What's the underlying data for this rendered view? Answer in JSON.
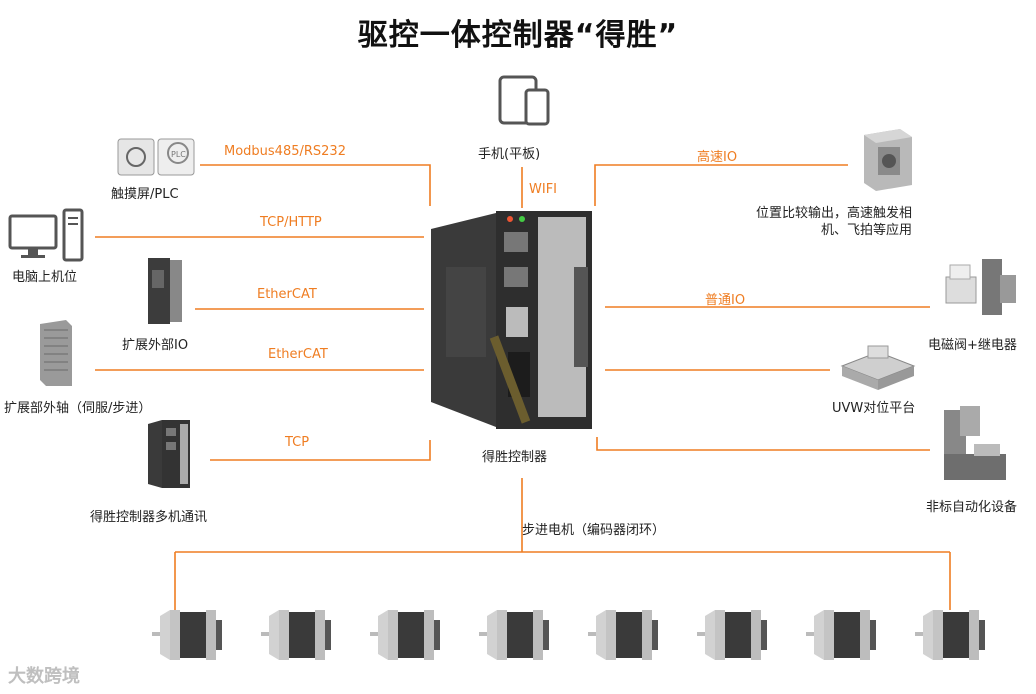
{
  "title": "驱控一体控制器“得胜”",
  "center_label": "得胜控制器",
  "top": {
    "device": "手机(平板)",
    "link": "WIFI"
  },
  "left": [
    {
      "device": "触摸屏/PLC",
      "link": "Modbus485/RS232"
    },
    {
      "device": "电脑上机位",
      "link": "TCP/HTTP"
    },
    {
      "device": "扩展外部IO",
      "link": "EtherCAT"
    },
    {
      "device": "扩展部外轴（伺服/步进）",
      "link": "EtherCAT"
    },
    {
      "device": "得胜控制器多机通讯",
      "link": "TCP"
    }
  ],
  "right": [
    {
      "device_line1": "位置比较输出，高速触发相",
      "device_line2": "机、飞拍等应用",
      "link": "高速IO"
    },
    {
      "device": "电磁阀+继电器",
      "link": "普通IO"
    },
    {
      "device": "UVW对位平台",
      "link": ""
    },
    {
      "device": "非标自动化设备",
      "link": ""
    }
  ],
  "bottom": {
    "link": "步进电机（编码器闭环）",
    "motor_count": 8
  },
  "watermark": "大数跨境",
  "colors": {
    "line": "#ef7d22",
    "device": "#2b2b2b"
  }
}
